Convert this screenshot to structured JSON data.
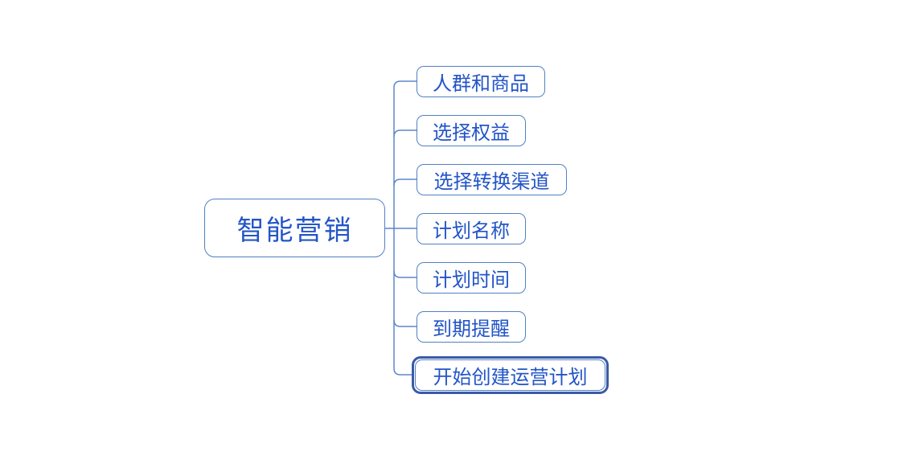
{
  "mindmap": {
    "root": {
      "label": "智能营销"
    },
    "children": [
      {
        "label": "人群和商品",
        "selected": false
      },
      {
        "label": "选择权益",
        "selected": false
      },
      {
        "label": "选择转换渠道",
        "selected": false
      },
      {
        "label": "计划名称",
        "selected": false
      },
      {
        "label": "计划时间",
        "selected": false
      },
      {
        "label": "到期提醒",
        "selected": false
      },
      {
        "label": "开始创建运营计划",
        "selected": true
      }
    ],
    "selected_node": "开始创建运营计划",
    "colors": {
      "node_border": "#5181c4",
      "connector_line": "#5d87c8",
      "node_text": "#2355c7",
      "selection_outline": "#3a5aa6",
      "canvas_background": "#ffffff"
    }
  }
}
